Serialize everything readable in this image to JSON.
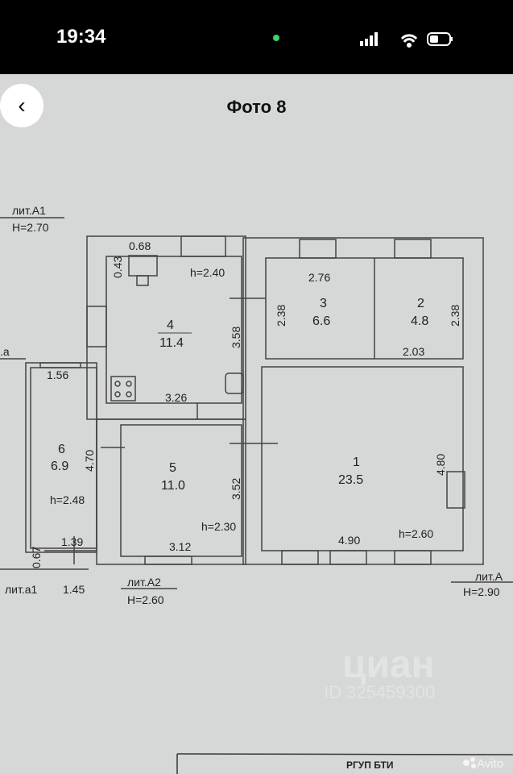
{
  "status_bar": {
    "time": "19:34"
  },
  "header": {
    "title": "Фото 8",
    "back_icon": "chevron-left-icon"
  },
  "plan": {
    "lit_a1": "лит.А1",
    "lit_a1_h": "H=2.70",
    "d_068": "0.68",
    "d_043": "0.43",
    "r4_h": "h=2.40",
    "r4_num": "4",
    "r4_area": "11.4",
    "d_358": "3.58",
    "d_326": "3.26",
    "d_156": "1.56",
    "lit_a_frag": ".a",
    "r6_num": "6",
    "r6_area": "6.9",
    "d_470": "4.70",
    "r6_h": "h=2.48",
    "d_139": "1.39",
    "d_067": "0.67",
    "lit_a1_small": "лит.а1",
    "d_145": "1.45",
    "r5_num": "5",
    "r5_area": "11.0",
    "d_352": "3.52",
    "r5_h": "h=2.30",
    "d_312": "3.12",
    "lit_a2": "лит.А2",
    "lit_a2_h": "H=2.60",
    "d_276": "2.76",
    "r3_num": "3",
    "r3_area": "6.6",
    "d_238a": "2.38",
    "r2_num": "2",
    "r2_area": "4.8",
    "d_238b": "2.38",
    "d_203": "2.03",
    "r1_num": "1",
    "r1_area": "23.5",
    "d_480": "4.80",
    "d_490": "4.90",
    "r1_h": "h=2.60",
    "lit_a": "лит.А",
    "lit_a_h": "H=2.90"
  },
  "watermark": {
    "brand": "циан",
    "id": "ID 325459300"
  },
  "footer": {
    "stamp": "РГУП БТИ",
    "avito": "Avito"
  }
}
